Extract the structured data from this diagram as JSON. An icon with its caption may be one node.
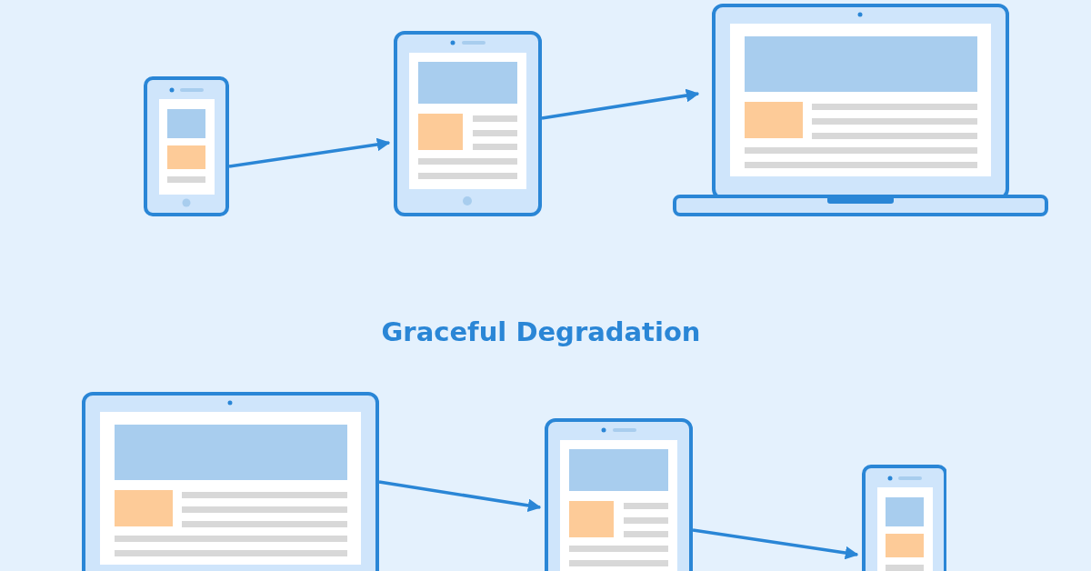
{
  "diagram": {
    "title": "Graceful Degradation",
    "nodes": [
      {
        "text": [],
        "shape": "picture"
      },
      {
        "text": [],
        "shape": "picture"
      },
      {
        "text": [],
        "shape": "picture"
      },
      {
        "text": [],
        "shape": "picture"
      },
      {
        "text": [],
        "shape": "picture"
      },
      {
        "text": [],
        "shape": "picture"
      }
    ],
    "edges": [
      {
        "from": 0,
        "to": 1,
        "arrow": "to"
      },
      {
        "from": 1,
        "to": 2,
        "arrow": "to"
      },
      {
        "from": 3,
        "to": 4,
        "arrow": "to"
      },
      {
        "from": 4,
        "to": 5,
        "arrow": "to"
      }
    ]
  }
}
